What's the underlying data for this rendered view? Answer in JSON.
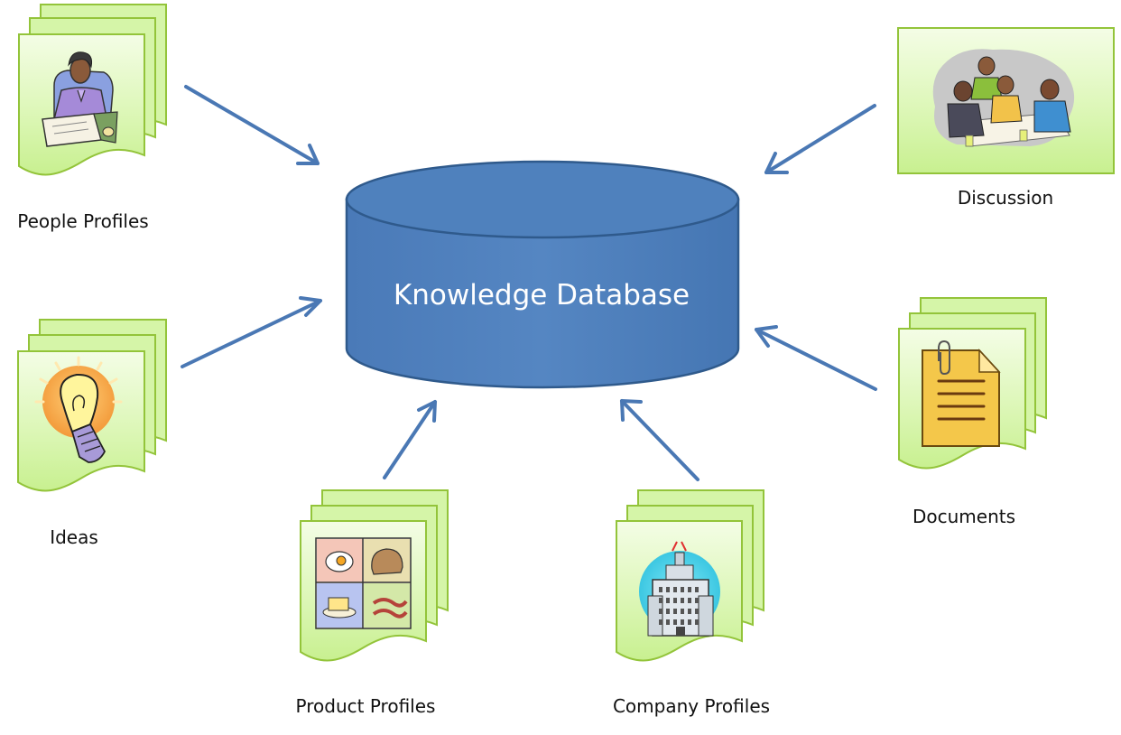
{
  "database": {
    "label": "Knowledge Database",
    "color": "#4f81bd",
    "outline": "#2f5a8c"
  },
  "sources": [
    {
      "label": "People Profiles",
      "icon": "woman-at-desk-icon"
    },
    {
      "label": "Discussion",
      "icon": "meeting-group-icon"
    },
    {
      "label": "Ideas",
      "icon": "lightbulb-icon"
    },
    {
      "label": "Documents",
      "icon": "document-paperclip-icon"
    },
    {
      "label": "Product Profiles",
      "icon": "food-products-icon"
    },
    {
      "label": "Company Profiles",
      "icon": "office-building-icon"
    }
  ],
  "colors": {
    "page_fill": "#d5f5a8",
    "page_border": "#93c43a",
    "arrow": "#4a78b4"
  }
}
